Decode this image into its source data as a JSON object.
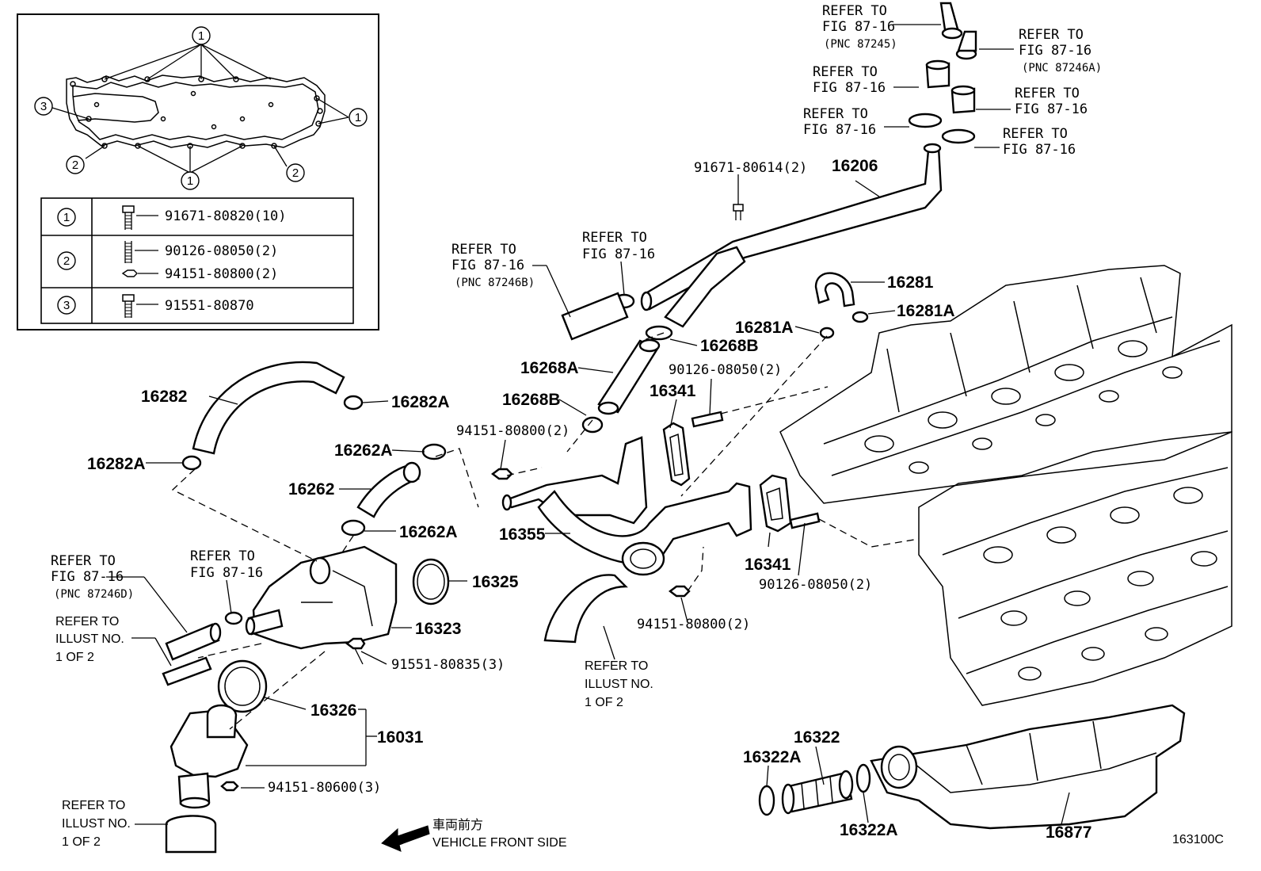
{
  "inset": {
    "callouts": [
      "1",
      "2",
      "3"
    ],
    "table": [
      {
        "key": "1",
        "parts": [
          "91671-80820(10)"
        ]
      },
      {
        "key": "2",
        "parts": [
          "90126-08050(2)",
          "94151-80800(2)"
        ]
      },
      {
        "key": "3",
        "parts": [
          "91551-80870"
        ]
      }
    ]
  },
  "refs": {
    "refer_to": "REFER TO",
    "fig": "FIG 87-16",
    "pnc_87245": "(PNC 87245)",
    "pnc_87246a": "(PNC 87246A)",
    "pnc_87246b": "(PNC 87246B)",
    "pnc_87246d": "(PNC 87246D)",
    "illust_no": "ILLUST NO.",
    "one_of_two": "1 OF 2"
  },
  "labels": {
    "p16206": "16206",
    "p91671_80614": "91671-80614(2)",
    "p16281": "16281",
    "p16281a": "16281A",
    "p16268a": "16268A",
    "p16268b": "16268B",
    "p16341": "16341",
    "p90126_08050": "90126-08050(2)",
    "p94151_80800": "94151-80800(2)",
    "p16282": "16282",
    "p16282a": "16282A",
    "p16262": "16262",
    "p16262a": "16262A",
    "p16355": "16355",
    "p16325": "16325",
    "p16323": "16323",
    "p91551_80835": "91551-80835(3)",
    "p16326": "16326",
    "p16031": "16031",
    "p94151_80600": "94151-80600(3)",
    "p16322": "16322",
    "p16322a": "16322A",
    "p16877": "16877"
  },
  "front": {
    "jp": "車両前方",
    "en": "VEHICLE FRONT SIDE"
  },
  "figure_code": "163100C"
}
